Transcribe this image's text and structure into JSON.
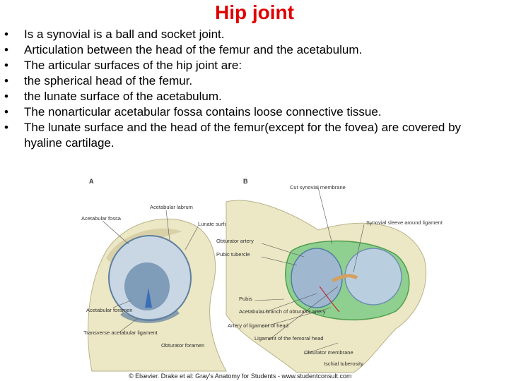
{
  "slide": {
    "title": "Hip joint",
    "bullet_char": "•",
    "bullets": [
      "Is a synovial is a ball and socket joint.",
      "Articulation between the head of the femur and the acetabulum.",
      "The articular surfaces of the hip joint are:",
      "the spherical head of the femur.",
      "the lunate surface of the acetabulum.",
      "The nonarticular acetabular fossa contains loose connective tissue.",
      "The lunate surface  and the head of the femur(except for the fovea) are covered by hyaline cartilage."
    ]
  },
  "figure": {
    "panel_a": "A",
    "panel_b": "B",
    "labels": {
      "acetabular_fossa": "Acetabular fossa",
      "acetabular_labrum": "Acetabular labrum",
      "lunate_surface": "Lunate surface",
      "obturator_artery": "Obturator artery",
      "pubic_tubercle": "Pubic tubercle",
      "acetabular_foramen": "Acetabular foramen",
      "transverse_ligament": "Transverse acetabular ligament",
      "obturator_foramen": "Obturator foramen",
      "cut_synovial_membrane": "Cut synovial membrane",
      "synovial_sleeve": "Synovial sleeve around ligament",
      "pubis": "Pubis",
      "acetabular_branch": "Acetabular branch of obturator artery",
      "artery_ligament_head": "Artery of ligament of head",
      "ligament_head_femur": "Ligament of the femoral head",
      "obturator_membrane": "Obturator membrane",
      "ischial_tuberosity": "Ischial tuberosity"
    },
    "copyright": "© Elsevier. Drake et al: Gray's Anatomy for Students - www.studentconsult.com"
  },
  "colors": {
    "title": "#e00000",
    "bone": "#ece7c4",
    "bone_shadow": "#c9c29a",
    "cartilage_blue": "#9fb7cf",
    "synovial_green": "#8fcf8f",
    "femoral_head": "#b9cfdf"
  }
}
